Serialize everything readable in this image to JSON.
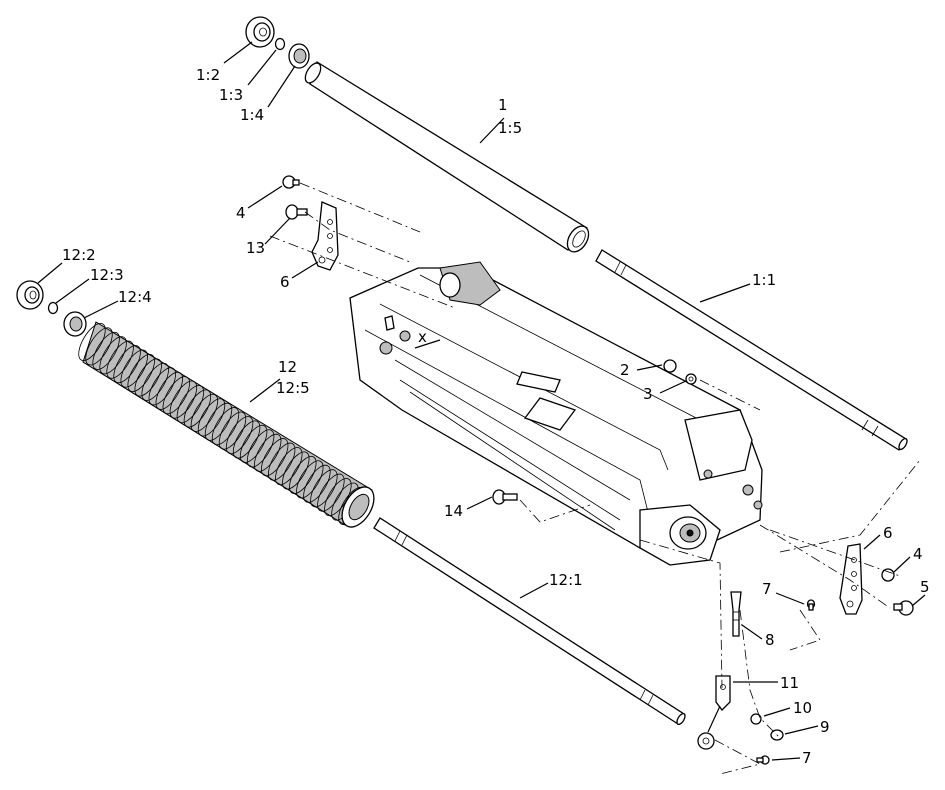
{
  "callouts": [
    {
      "id": "c-1-2",
      "text": "1:2"
    },
    {
      "id": "c-1-3",
      "text": "1:3"
    },
    {
      "id": "c-1-4",
      "text": "1:4"
    },
    {
      "id": "c-1",
      "text": "1"
    },
    {
      "id": "c-1-5",
      "text": "1:5"
    },
    {
      "id": "c-4a",
      "text": "4"
    },
    {
      "id": "c-13",
      "text": "13"
    },
    {
      "id": "c-6a",
      "text": "6"
    },
    {
      "id": "c-1-1",
      "text": "1:1"
    },
    {
      "id": "c-12-2",
      "text": "12:2"
    },
    {
      "id": "c-12-3",
      "text": "12:3"
    },
    {
      "id": "c-12-4",
      "text": "12:4"
    },
    {
      "id": "c-12",
      "text": "12"
    },
    {
      "id": "c-12-5",
      "text": "12:5"
    },
    {
      "id": "c-2",
      "text": "2"
    },
    {
      "id": "c-3",
      "text": "3"
    },
    {
      "id": "c-14",
      "text": "14"
    },
    {
      "id": "c-6b",
      "text": "6"
    },
    {
      "id": "c-4b",
      "text": "4"
    },
    {
      "id": "c-5",
      "text": "5"
    },
    {
      "id": "c-7a",
      "text": "7"
    },
    {
      "id": "c-8",
      "text": "8"
    },
    {
      "id": "c-12-1",
      "text": "12:1"
    },
    {
      "id": "c-11",
      "text": "11"
    },
    {
      "id": "c-10",
      "text": "10"
    },
    {
      "id": "c-9",
      "text": "9"
    },
    {
      "id": "c-7b",
      "text": "7"
    }
  ],
  "marks": {
    "x_mark": "x"
  }
}
